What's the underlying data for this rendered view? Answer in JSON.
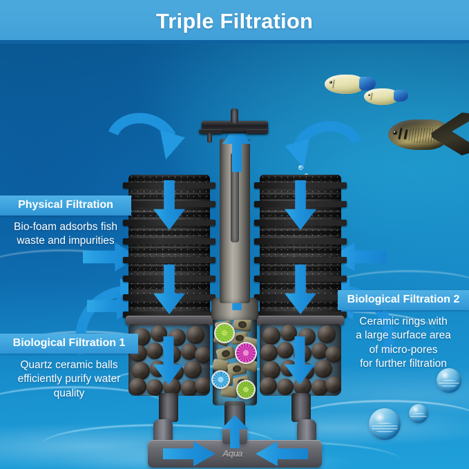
{
  "header": {
    "title": "Triple Filtration",
    "bg_color": "#47a5db"
  },
  "theme": {
    "water_top": "#0e73b6",
    "water_right": "#25a9db",
    "arrow_blue": "#1f92dc",
    "label_bar": "#3fa3de",
    "text_white": "#ffffff"
  },
  "callouts": [
    {
      "id": "physical-filtration",
      "title": "Physical Filtration",
      "body": "Bio-foam adsorbs fish\nwaste and impurities"
    },
    {
      "id": "biological-filtration-1",
      "title": "Biological Filtration 1",
      "body": "Quartz ceramic balls\nefficiently purify water\nquality"
    },
    {
      "id": "biological-filtration-2",
      "title": "Biological Filtration 2",
      "body": "Ceramic rings with\na large surface area\nof micro-pores\nfor further filtration"
    }
  ],
  "device": {
    "name": "aquarium-sponge-filter",
    "brand_mark": "Aqua",
    "parts": [
      "outlet-cap",
      "riser-tube",
      "left-sponge-column",
      "right-sponge-column",
      "left-ceramic-ball-chamber",
      "right-ceramic-ball-chamber",
      "center-ceramic-ring-chamber",
      "base-manifold"
    ]
  },
  "microbe_views": [
    {
      "id": "microbe-green-top",
      "color": "#8ec63f"
    },
    {
      "id": "microbe-magenta",
      "color": "#c4329b"
    },
    {
      "id": "microbe-blue",
      "color": "#35a8e0"
    },
    {
      "id": "microbe-green-bottom",
      "color": "#7ab52f"
    }
  ],
  "fauna": [
    {
      "id": "fish-tang-small-1",
      "label": "yellow tang"
    },
    {
      "id": "fish-tang-small-2",
      "label": "yellow tang"
    },
    {
      "id": "fish-surgeon-large",
      "label": "surgeonfish"
    }
  ],
  "flow": {
    "direction_label": "water flow",
    "inlet_arrows": 6,
    "outlet_arrows": 1
  }
}
